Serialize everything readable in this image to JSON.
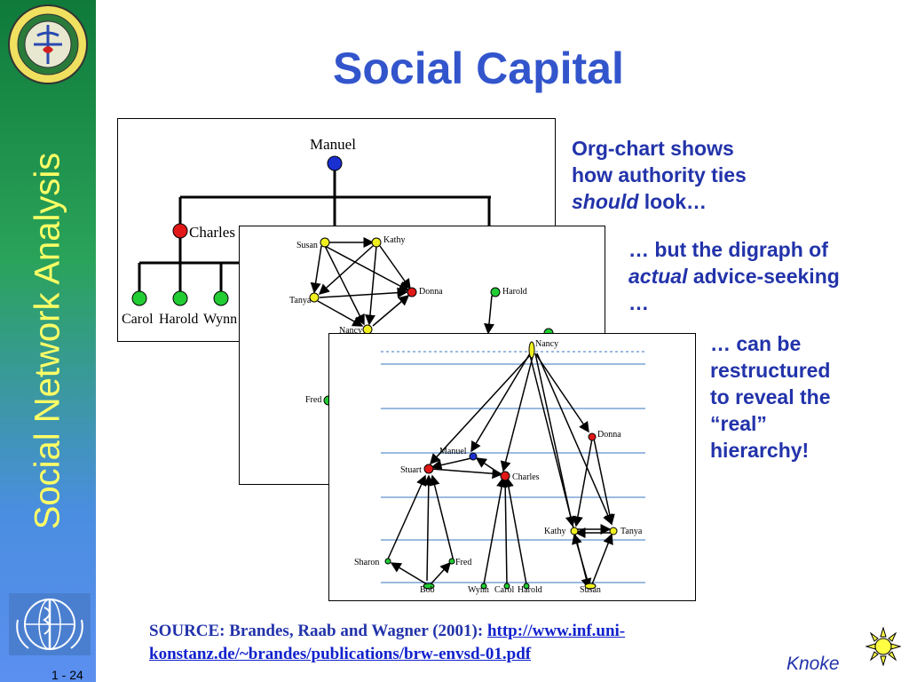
{
  "slide": {
    "title": "Social Capital",
    "sidebar_title": "Social Network Analysis",
    "slide_number": "1 - 24",
    "author": "Knoke"
  },
  "captions": {
    "c1_line1": "Org-chart shows",
    "c1_line2": "how authority ties",
    "c1_em": "should",
    "c1_tail": " look…",
    "c2_line1": "… but the digraph of",
    "c2_em": "actual",
    "c2_tail": " advice-seeking",
    "c2_line3": "…",
    "c3_line1": "… can be",
    "c3_line2": "restructured",
    "c3_line3": "to reveal the",
    "c3_line4": "“real”",
    "c3_line5": "hierarchy!"
  },
  "source": {
    "prefix": "SOURCE: Brandes, Raab and Wagner (2001): ",
    "link_line1": "http://www.inf.uni-",
    "link_line2": "konstanz.de/~brandes/publications/brw-envsd-01.pdf"
  },
  "orgchart": {
    "root": "Manuel",
    "mid": "Charles",
    "leaves": [
      "Carol",
      "Harold",
      "Wynn"
    ]
  },
  "digraph": {
    "labels": [
      "Susan",
      "Kathy",
      "Tanya",
      "Donna",
      "Harold",
      "Nancy",
      "Fred"
    ]
  },
  "hierarchy": {
    "labels": [
      "Nancy",
      "Donna",
      "Manuel",
      "Stuart",
      "Charles",
      "Kathy",
      "Tanya",
      "Sharon",
      "Fred",
      "Bob",
      "Wynn",
      "Carol",
      "Harold",
      "Susan"
    ]
  },
  "colors": {
    "title": "#3355cc",
    "caption": "#2233aa",
    "sidebar_text": "#ffff66",
    "node_blue": "#1a2fd0",
    "node_red": "#e01818",
    "node_green": "#22cc33",
    "node_yellow": "#f0f020",
    "level_line": "#7aa3d6"
  }
}
